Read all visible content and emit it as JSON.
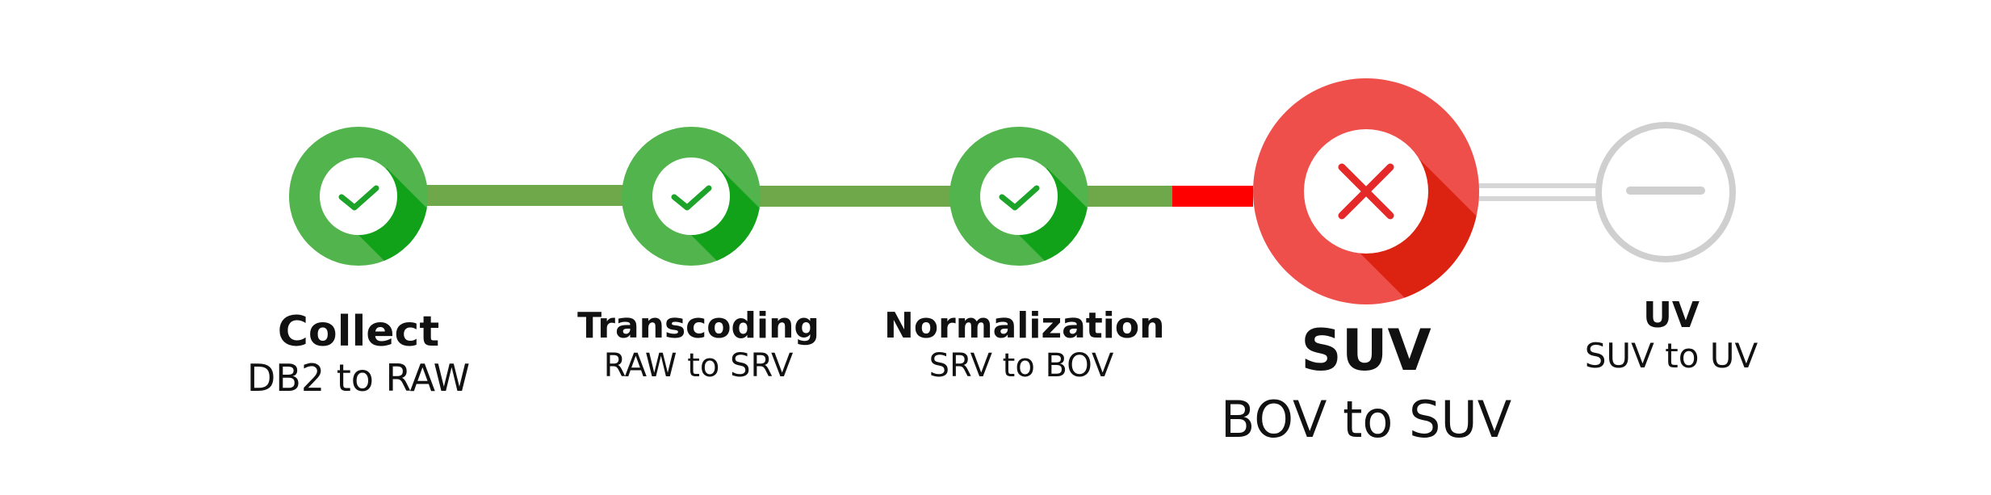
{
  "pipeline": {
    "steps": [
      {
        "title": "Collect",
        "subtitle": "DB2 to RAW",
        "status": "done"
      },
      {
        "title": "Transcoding",
        "subtitle": "RAW to SRV",
        "status": "done"
      },
      {
        "title": "Normalization",
        "subtitle": "SRV to BOV",
        "status": "done"
      },
      {
        "title": "SUV",
        "subtitle": "BOV to SUV",
        "status": "failed"
      },
      {
        "title": "UV",
        "subtitle": "SUV to UV",
        "status": "pending"
      }
    ]
  },
  "colors": {
    "done_circle": "#52b44c",
    "done_shadow": "#12a21a",
    "done_check": "#1ea32a",
    "done_connector": "#6fa84a",
    "failed_circle": "#ef4f4a",
    "failed_shadow": "#dc2210",
    "failed_mark": "#e52828",
    "failed_connector": "#ff0000",
    "pending_ring": "#cfcfcf",
    "pending_connector": "#d6d6d6"
  }
}
